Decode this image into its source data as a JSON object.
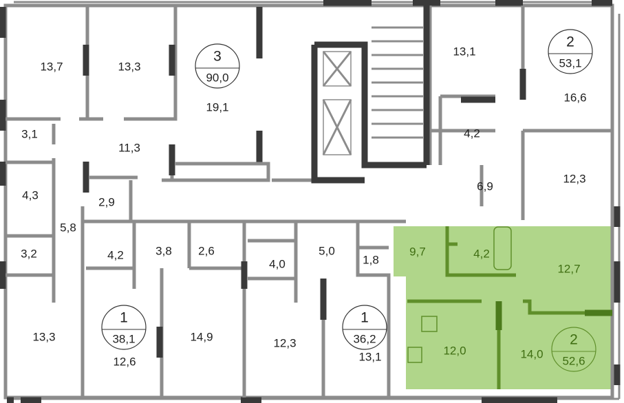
{
  "colors": {
    "highlight_fill": "#b0d68a",
    "highlight_wall": "#5f8f2a",
    "highlight_text": "#3f6e12",
    "wall": "#8c8c8c",
    "wall_dark": "#3a3a3a"
  },
  "apartments": [
    {
      "rooms": "3",
      "area": "90,0"
    },
    {
      "rooms": "2",
      "area": "53,1"
    },
    {
      "rooms": "1",
      "area": "38,1"
    },
    {
      "rooms": "1",
      "area": "36,2"
    },
    {
      "rooms": "2",
      "area": "52,6",
      "highlighted": true
    }
  ],
  "rooms": [
    "13,7",
    "13,3",
    "19,1",
    "3,1",
    "11,3",
    "4,3",
    "2,9",
    "5,8",
    "3,2",
    "4,2",
    "3,8",
    "2,6",
    "4,0",
    "5,0",
    "1,8",
    "13,3",
    "12,6",
    "14,9",
    "12,3",
    "13,1",
    "13,1",
    "16,6",
    "4,2",
    "6,9",
    "12,3",
    "9,7",
    "4,2",
    "12,7",
    "12,0",
    "14,0"
  ]
}
